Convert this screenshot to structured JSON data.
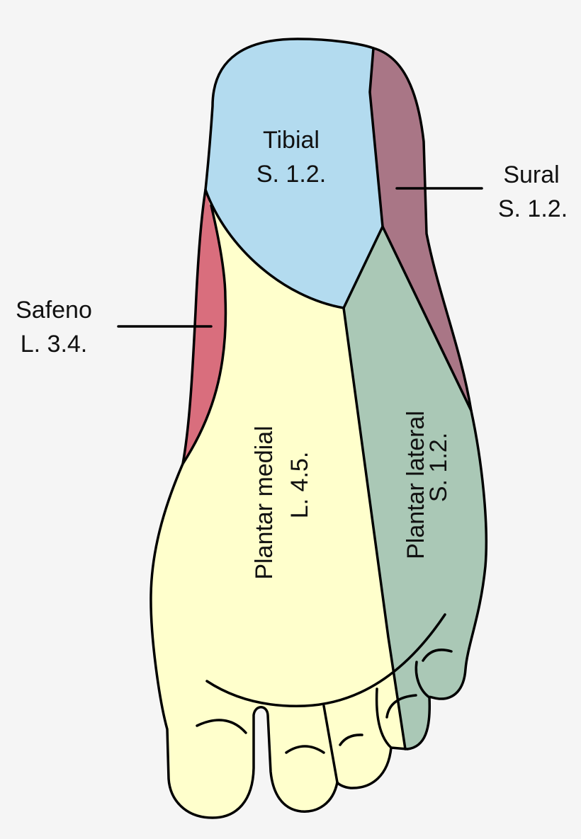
{
  "colors": {
    "background": "#f5f5f5",
    "tibial": "#b3dbef",
    "sural": "#a97686",
    "safeno": "#d96e7d",
    "plantar_medial": "#ffffcc",
    "plantar_lateral": "#aac8b6"
  },
  "regions": {
    "tibial": {
      "name": "Tibial",
      "root": "S. 1.2."
    },
    "sural": {
      "name": "Sural",
      "root": "S. 1.2."
    },
    "safeno": {
      "name": "Safeno",
      "root": "L. 3.4."
    },
    "plantar_medial": {
      "name": "Plantar medial",
      "root": "L. 4.5."
    },
    "plantar_lateral": {
      "name": "Plantar lateral",
      "root": "S. 1.2."
    }
  }
}
